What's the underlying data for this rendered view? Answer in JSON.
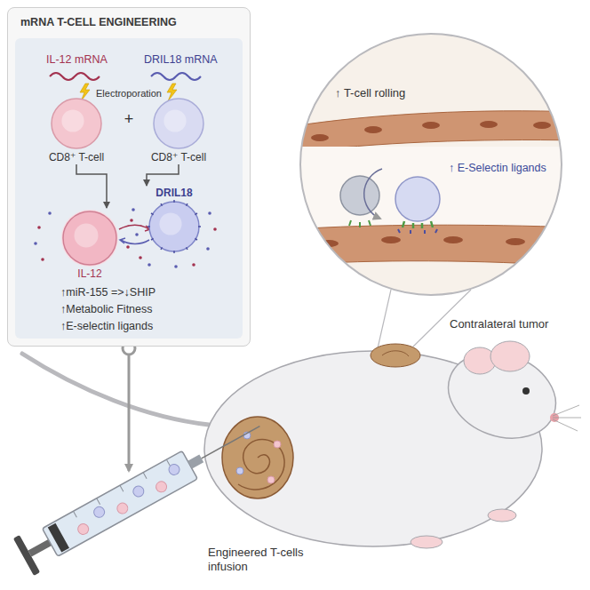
{
  "diagram": {
    "nodes": [
      {
        "text": [
          "mRNA T-CELL ENGINEERING"
        ]
      },
      {
        "text": [
          "CD8⁺ T-cell"
        ],
        "in": 0
      },
      {
        "text": [
          "CD8⁺ T-cell"
        ],
        "in": 0
      },
      {
        "text": [
          "DRIL18"
        ],
        "in": 0
      },
      {
        "text": [
          "IL-12"
        ],
        "in": 0
      },
      {
        "text": [
          "↑ T-cell rolling",
          "↑ E-Selectin ligands"
        ]
      }
    ],
    "edges": [
      {
        "from": 1,
        "to": 4,
        "arrow": "to"
      },
      {
        "from": 2,
        "to": 3,
        "arrow": "to"
      }
    ],
    "labels": [
      "IL-12 mRNA",
      "DRIL18 mRNA",
      "Electroporation",
      "+",
      "↑miR-155 =>↓SHIP",
      "↑Metabolic Fitness",
      "↑E-selectin ligands",
      "Contralateral tumor",
      "Engineered T-cells infusion"
    ]
  }
}
